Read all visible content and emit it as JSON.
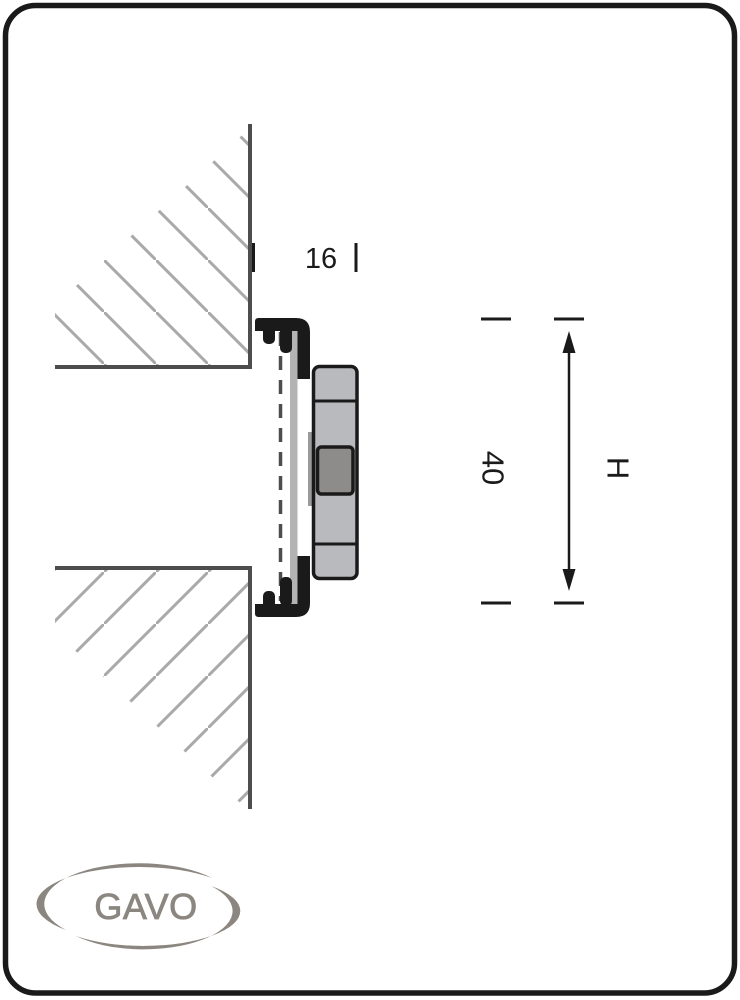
{
  "dimensions": {
    "profile_depth": "16",
    "profile_height": "40",
    "height_symbol": "H"
  },
  "logo": {
    "brand": "GAVO"
  },
  "colors": {
    "line_black": "#1a1a1a",
    "wall_gray": "#4d4d4d",
    "hatch_gray": "#a9a9a9",
    "clip_light": "#b8babd",
    "clip_dark": "#8e8b8b",
    "strip_light": "#b3b3b3",
    "stem_gray": "#9a9a9a",
    "dash_gray": "#4d4d4d",
    "logo_gray": "#8b8680"
  }
}
